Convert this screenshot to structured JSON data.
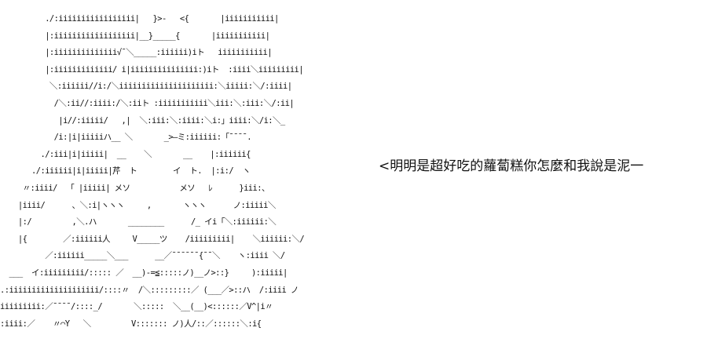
{
  "ascii_art": {
    "lines": [
      "          ./:iiiiiiiiiiiiiiiii|   }>-   <{       |iiiiiiiiiii|",
      "          |:iiiiiiiiiiiiiiiiii|__}_____{       |iiiiiiiiiii|",
      "          |:iiiiiiiiiiiiii√¯＼_____:iiiiii)iト   iiiiiiiiiii|",
      "          |:iiiiiiiiiiiii/ i|iiiiiiiiiiiiiii:)iト  :iiii＼iiiiiiiii|",
      "           ＼:iiiiii//i:/＼iiiiiiiiiiiiiiiiiiiii:＼iiiii:＼/:iiii|",
      "            /＼:ii//:iiii:/＼:iiト :iiiiiiiiiii＼iii:＼:iii:＼/:ii|",
      "             |i//:iiiii/   ,|  ＼:iii:＼:iiii:＼i:」iiii:＼/i:＼_",
      "            /i:|i|iiiiiハ__ ＼       _>—ミ:iiiiii:「¯¯¯¯.",
      "         ./:iii|i|iiiii|  __    ＼       __    |:iiiiii{",
      "       ./:iiiiii|i|iiiii|芹  ト        イ  ト.  |:i:/  ヽ",
      "     〃:iiii/  「 |iiiii| メソ           メソ   ﾚ      }iii:、",
      "    |iiii/      、＼:i|ヽヽヽ     ,       ヽヽヽ      ノ:iiiii＼",
      "    |:/         ,＼.ハ       ________      /_ イi「＼:iiiiii:＼",
      "    |{        ／:iiiiii人     V_____ツ    /iiiiiiiii|    ＼iiiiii:＼/",
      "          ／:iiiiii_____＼___      __／¯¯¯¯¯¯{¯¯＼    ヽ:iiii ＼/",
      "  ___  イ:iiiiiiiii/::::: ／  __)-=≦:::::ノ)__ノ>::}     ):iiiii|",
      ".:iiiiiiiiiiiiiiiiiiii/::::〃  /＼:::::::::／ (___／>::ハ  /:iiii ノ",
      "iiiiiiiii:／¯¯¯¯/::::_/       ＼:::::  ＼__(__)<::::::／V^|i〃",
      ":iiii:／    〃⌒Υ   ＼         V::::::: ノ)人/::／::::::＼:i{"
    ]
  },
  "speech_text": "<明明是超好吃的蘿蔔糕你怎麼和我說是泥一"
}
